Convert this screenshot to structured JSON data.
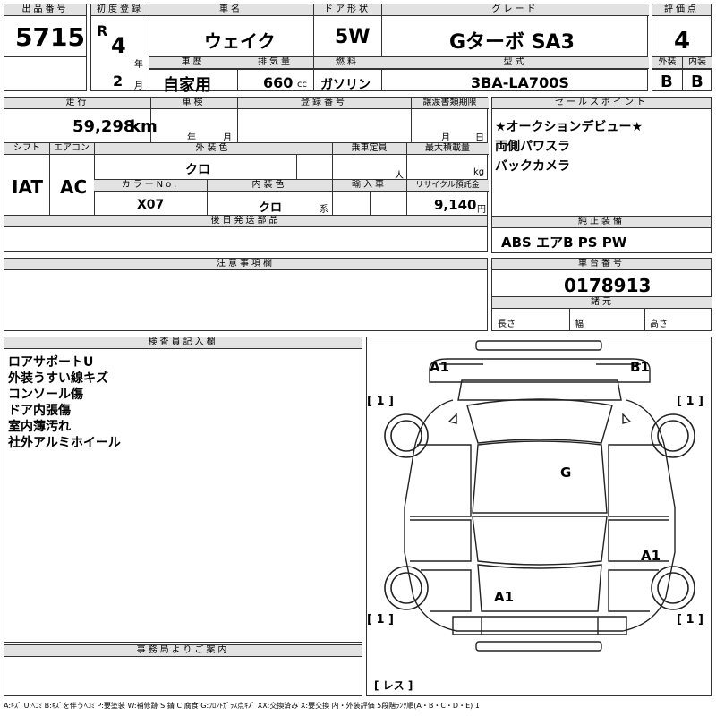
{
  "header": {
    "lot_label": "出品番号",
    "lot_number": "5715",
    "first_reg_label": "初度登録",
    "era_prefix": "R",
    "reg_year": "4",
    "year_unit": "年",
    "reg_month": "2",
    "month_unit": "月",
    "car_name_label": "車名",
    "car_name": "ウェイク",
    "door_label": "ドア形状",
    "door": "5W",
    "grade_label": "グレード",
    "grade": "Gターボ SA3",
    "score_label": "評価点",
    "score": "4",
    "history_label": "車歴",
    "history": "自家用",
    "displacement_label": "排気量",
    "displacement": "660",
    "displacement_unit": "cc",
    "fuel_label": "燃料",
    "fuel": "ガソリン",
    "model_label": "型式",
    "model": "3BA-LA700S",
    "exterior_label": "外装",
    "exterior_grade": "B",
    "interior_label": "内装",
    "interior_grade": "B"
  },
  "row2": {
    "mileage_label": "走行",
    "mileage": "59,298",
    "mileage_unit": "km",
    "inspection_label": "車検",
    "insp_year_unit": "年",
    "insp_month_unit": "月",
    "regno_label": "登録番号",
    "deadline_label": "譲渡書類期限",
    "dl_month_unit": "月",
    "dl_day_unit": "日",
    "shift_label": "シフト",
    "shift": "IAT",
    "ac_label": "エアコン",
    "ac": "AC",
    "color_label": "外装色",
    "color": "クロ",
    "capacity_label": "乗車定員",
    "capacity_unit": "人",
    "load_label": "最大積載量",
    "load_unit": "kg",
    "colorno_label": "カラーNo.",
    "colorno": "X07",
    "intcolor_label": "内装色",
    "intcolor": "クロ",
    "intcolor_unit": "系",
    "import_label": "輸入車",
    "recycle_label": "リサイクル預託金",
    "recycle": "9,140",
    "recycle_unit": "円",
    "later_label": "後日発送部品"
  },
  "sales": {
    "label": "セールスポイント",
    "items": [
      "★オークションデビュー★",
      "両側パワスラ",
      "バックカメラ"
    ]
  },
  "equip": {
    "label": "純正装備",
    "value": "ABS エアB PS PW"
  },
  "notes": {
    "label": "注意事項欄"
  },
  "chassis": {
    "label": "車台番号",
    "value": "0178913",
    "spec_label": "諸元",
    "length_label": "長さ",
    "width_label": "幅",
    "height_label": "高さ"
  },
  "inspector": {
    "label": "検査員記入欄",
    "items": [
      "ロアサポートU",
      "外装うすい線キズ",
      "コンソール傷",
      "ドア内張傷",
      "室内薄汚れ",
      "社外アルミホイール"
    ]
  },
  "office": {
    "label": "事務局よりご案内"
  },
  "diagram": {
    "codes": {
      "front_left": "A1",
      "front_right": "B1",
      "roof": "G",
      "rear_right": "A1",
      "rear": "A1"
    },
    "tyre_fl": "[ 1 ]",
    "tyre_fr": "[ 1 ]",
    "tyre_rl": "[ 1 ]",
    "tyre_rr": "[ 1 ]",
    "spare": "[ レス ]"
  },
  "legend": "A:ｷｽﾞ U:ﾍｺﾐ B:ｷｽﾞを伴うﾍｺﾐ P:要塗装 W:補修跡 S:錆 C:腐食 G:ﾌﾛﾝﾄｶﾞﾗｽ点ｷｽﾞ XX:交換済み X:要交換 内・外装評価 5段階ﾗﾝｸ順(A・B・C・D・E) 1"
}
